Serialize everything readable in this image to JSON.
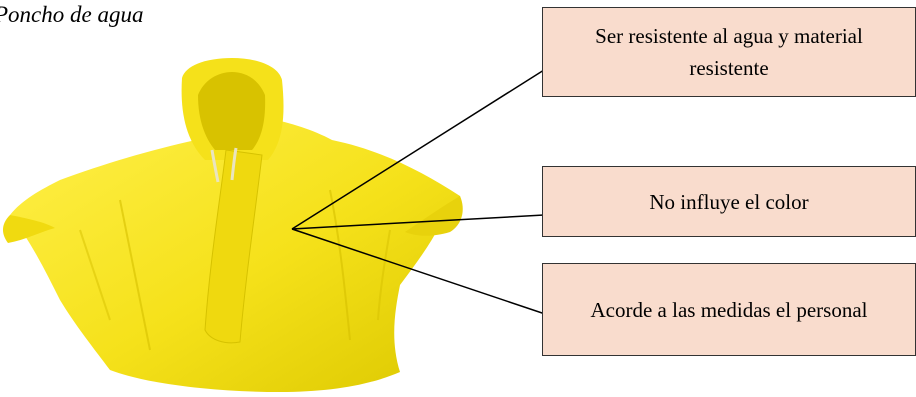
{
  "figure": {
    "title": "Poncho de agua",
    "poncho_color": "#f5e11a",
    "poncho_shadow": "#d9c400",
    "callout_fill": "#f9dccd",
    "callouts": [
      {
        "text": "Ser resistente al agua y material resistente"
      },
      {
        "text": "No influye el color"
      },
      {
        "text": "Acorde a las medidas el personal"
      }
    ]
  }
}
